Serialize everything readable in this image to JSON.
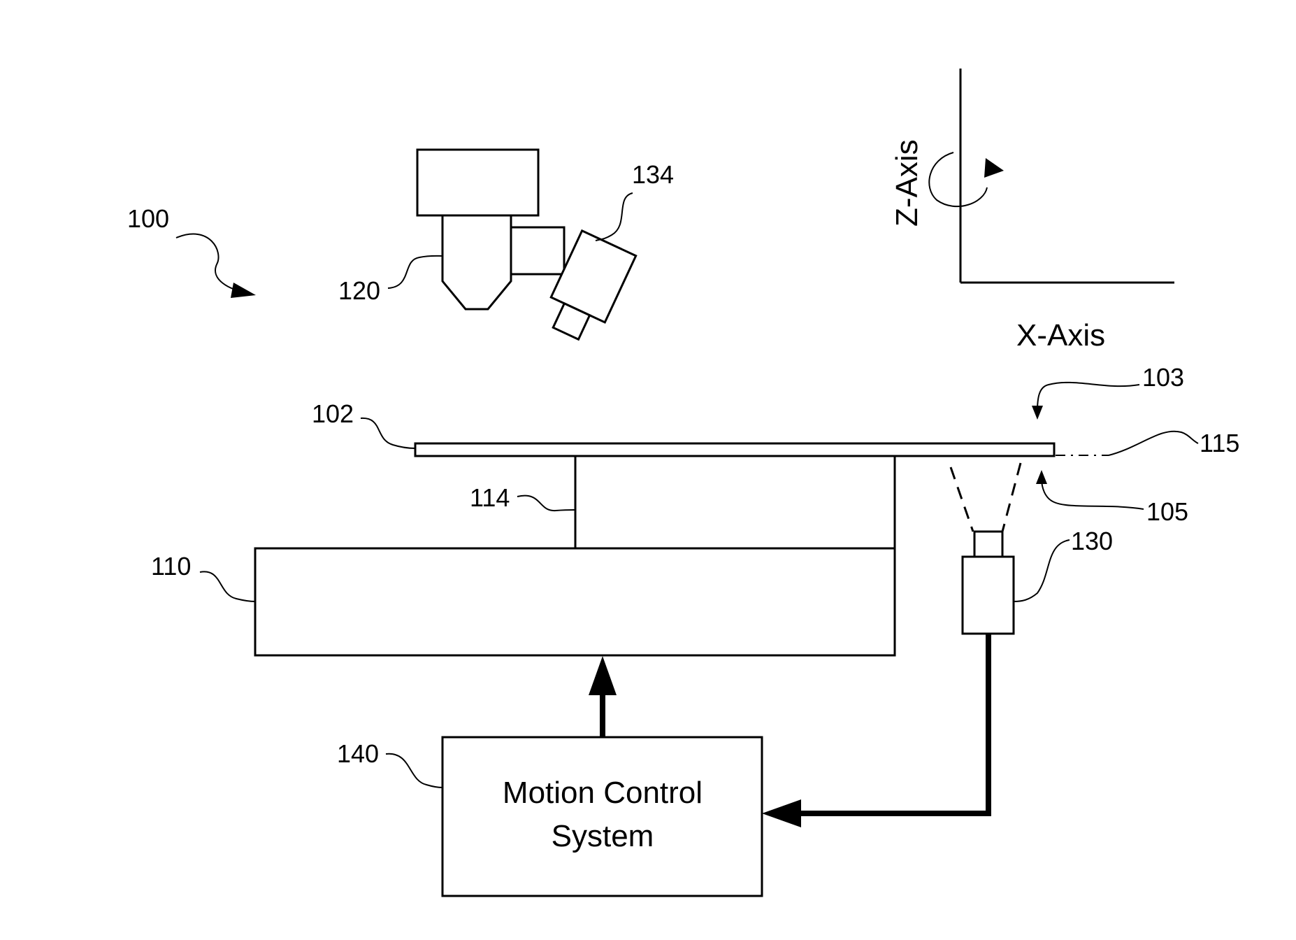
{
  "figure": {
    "reference_numerals": {
      "system": "100",
      "wafer": "102",
      "wafer_front_side": "103",
      "wafer_back_side": "105",
      "stage": "110",
      "chuck": "114",
      "edge_plane": "115",
      "inspection_microscope": "120",
      "alignment_camera": "130",
      "microscope_camera": "134",
      "motion_control_system": "140"
    },
    "axes": {
      "z_label": "Z-Axis",
      "x_label": "X-Axis"
    },
    "motion_control_box": {
      "line1": "Motion Control",
      "line2": "System"
    }
  }
}
